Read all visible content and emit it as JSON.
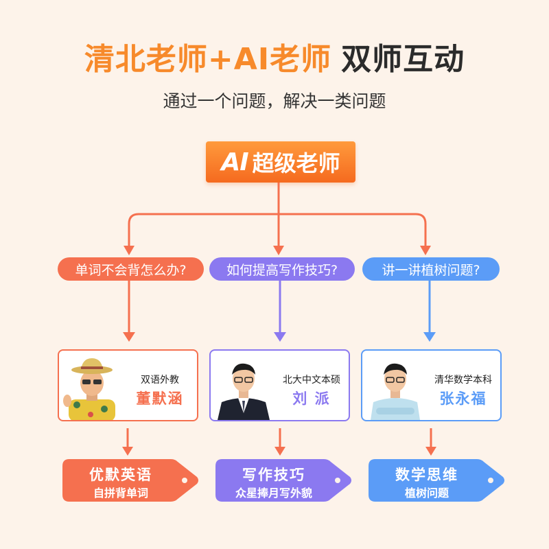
{
  "header": {
    "title_highlight": "清北老师+AI老师",
    "title_rest": "双师互动",
    "subtitle": "通过一个问题，解决一类问题"
  },
  "ai_badge": {
    "mark": "AI",
    "label": "超级老师"
  },
  "columns": [
    {
      "question": "单词不会背怎么办?",
      "teacher_role": "双语外教",
      "teacher_name": "董默涵",
      "course_title": "优默英语",
      "course_sub": "自拼背单词",
      "color": "#f5704f"
    },
    {
      "question": "如何提高写作技巧?",
      "teacher_role": "北大中文本硕",
      "teacher_name": "刘 派",
      "course_title": "写作技巧",
      "course_sub": "众星捧月写外貌",
      "color": "#8b79f0"
    },
    {
      "question": "讲一讲植树问题?",
      "teacher_role": "清华数学本科",
      "teacher_name": "张永福",
      "course_title": "数学思维",
      "course_sub": "植树问题",
      "color": "#5b9cf7"
    }
  ]
}
